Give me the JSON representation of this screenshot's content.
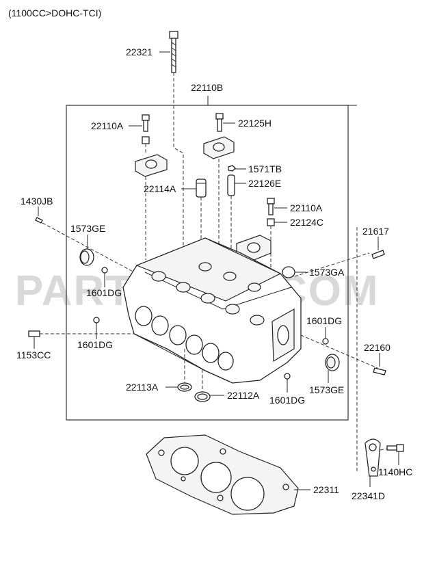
{
  "header": {
    "variant": "(1100CC>DOHC-TCI)"
  },
  "watermark": {
    "text": "PARTSOUQ.COM"
  },
  "parts": {
    "p22321": "22321",
    "p22110B": "22110B",
    "p22110A_top": "22110A",
    "p22125H": "22125H",
    "p1571TB": "1571TB",
    "p22114A": "22114A",
    "p22126E": "22126E",
    "p1430JB": "1430JB",
    "p22110A_mid": "22110A",
    "p22124C": "22124C",
    "p1573GE_left": "1573GE",
    "p21617": "21617",
    "p1573GA": "1573GA",
    "p1601DG_left1": "1601DG",
    "p1601DG_right1": "1601DG",
    "p1601DG_left2": "1601DG",
    "p1153CC": "1153CC",
    "p22160": "22160",
    "p22113A": "22113A",
    "p22112A": "22112A",
    "p1573GE_right": "1573GE",
    "p1601DG_bottom": "1601DG",
    "p1140HC": "1140HC",
    "p22341D": "22341D",
    "p22311": "22311"
  }
}
